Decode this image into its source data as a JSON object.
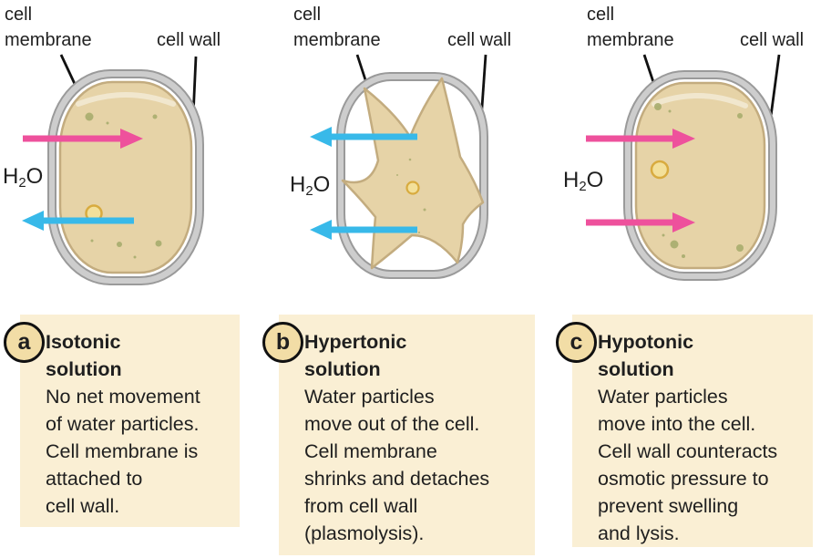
{
  "labels": {
    "cell_membrane": "cell\nmembrane",
    "cell_wall": "cell wall",
    "h2o": {
      "prefix": "H",
      "sub": "2",
      "suffix": "O"
    }
  },
  "panels": [
    {
      "id": "isotonic",
      "letter": "a",
      "title": "Isotonic\nsolution",
      "body": "No net movement\nof water particles.\nCell membrane is\nattached to\ncell wall.",
      "water_flow": "one arrow in (pink), one arrow out (blue)"
    },
    {
      "id": "hypertonic",
      "letter": "b",
      "title": "Hypertonic\nsolution",
      "body": "Water particles\nmove out of the cell.\nCell membrane\nshrinks and detaches\nfrom cell wall\n(plasmolysis).",
      "water_flow": "two arrows out (blue)"
    },
    {
      "id": "hypotonic",
      "letter": "c",
      "title": "Hypotonic\nsolution",
      "body": "Water particles\nmove into the cell.\nCell wall counteracts\nosmotic pressure to\nprevent swelling\nand lysis.",
      "water_flow": "two arrows in (pink)"
    }
  ],
  "colors": {
    "background": "#ffffff",
    "text": "#1f1f1f",
    "caption_box_bg": "#faefd4",
    "badge_fill": "#f2dda6",
    "badge_border": "#111111",
    "wall_fill": "#cdcdcd",
    "wall_edge": "#9a9a9a",
    "cell_fill": "#e6d3a7",
    "cell_edge": "#c3ac7f",
    "arrow_in": "#ee519c",
    "arrow_out": "#38b9e9",
    "organelle_fill": "#f3e09a",
    "organelle_edge": "#d8ab3f",
    "speck": "#a4aa6a",
    "pointer_line": "#111111"
  }
}
